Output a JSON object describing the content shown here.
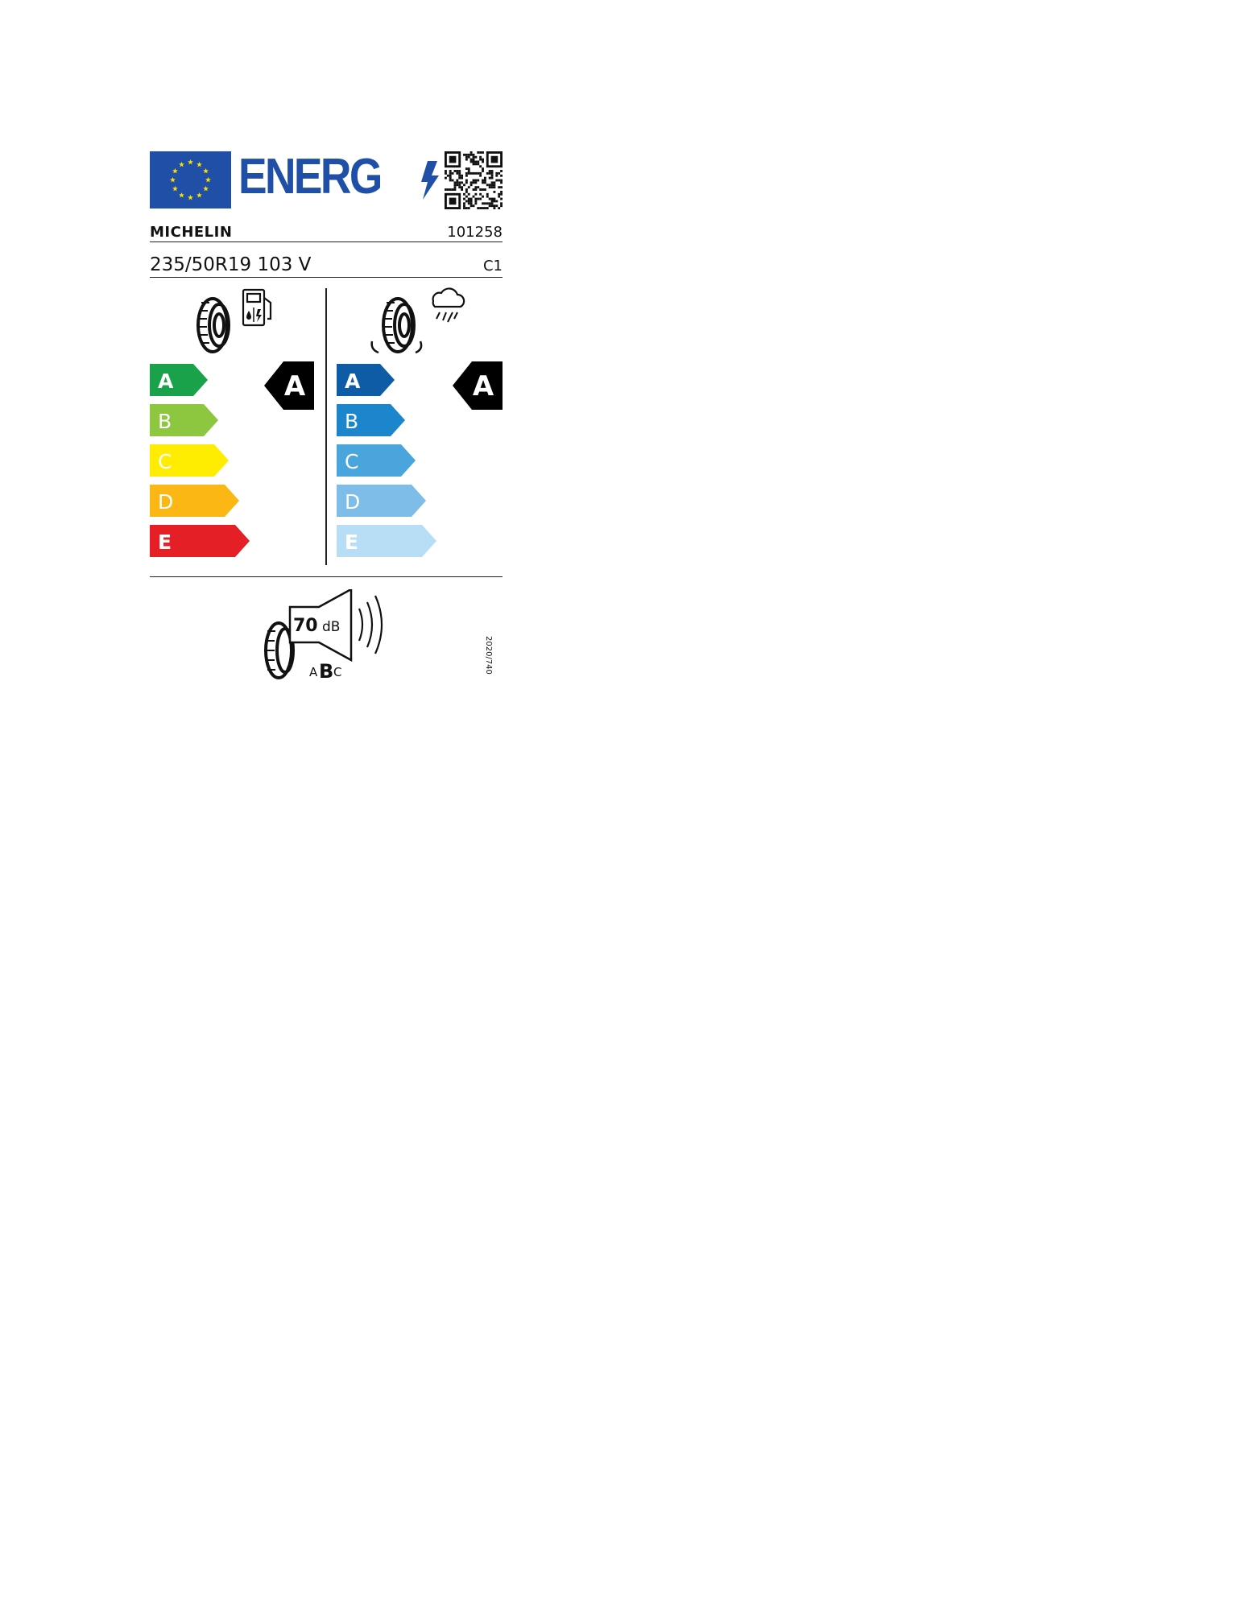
{
  "header": {
    "title": "ENERG",
    "eu_flag_icon": "eu-flag-icon",
    "qr_icon": "qr-code-icon"
  },
  "product": {
    "brand": "MICHELIN",
    "article_number": "101258",
    "tyre_size": "235/50R19 103 V",
    "tyre_class": "C1"
  },
  "fuel_efficiency": {
    "icon": "fuel-pump-tyre-icon",
    "classes": [
      "A",
      "B",
      "C",
      "D",
      "E"
    ],
    "colors": [
      "#1aa24a",
      "#8dc63f",
      "#ffed00",
      "#fbb814",
      "#e41f26"
    ],
    "rating": "A"
  },
  "wet_grip": {
    "icon": "rain-cloud-tyre-icon",
    "classes": [
      "A",
      "B",
      "C",
      "D",
      "E"
    ],
    "colors": [
      "#0f5ca6",
      "#1b86cb",
      "#4aa5dc",
      "#7ebde8",
      "#b7def5"
    ],
    "rating": "A"
  },
  "noise": {
    "icon": "speaker-tyre-icon",
    "value": "70",
    "unit": "dB",
    "class_letters": [
      "A",
      "B",
      "C"
    ],
    "selected_class": "B"
  },
  "regulation": "2020/740"
}
